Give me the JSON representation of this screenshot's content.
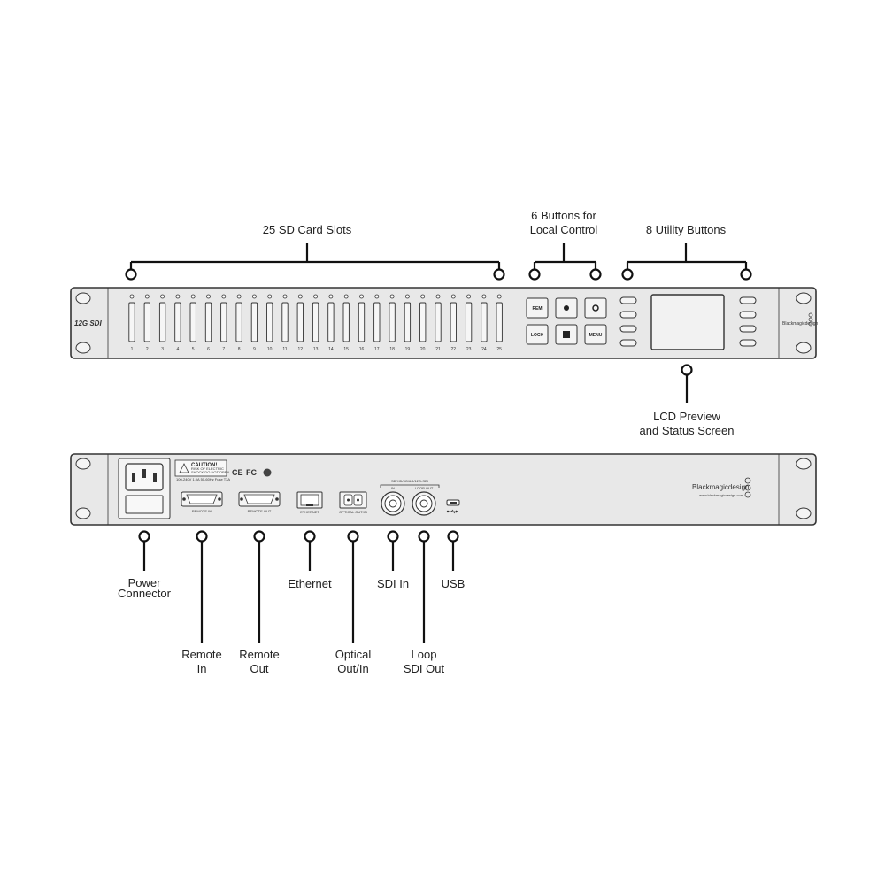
{
  "front": {
    "model_logo": "12G SDI",
    "brand": "Blackmagicdesign",
    "slot_numbers": [
      "1",
      "2",
      "3",
      "4",
      "5",
      "6",
      "7",
      "8",
      "9",
      "10",
      "11",
      "12",
      "13",
      "14",
      "15",
      "16",
      "17",
      "18",
      "19",
      "20",
      "21",
      "22",
      "23",
      "24",
      "25"
    ],
    "buttons": [
      "REM",
      "LOCK",
      "MENU"
    ]
  },
  "rear": {
    "brand": "Blackmagicdesign",
    "website": "www.blackmagicdesign.com",
    "caution_title": "CAUTION!",
    "caution_lines": [
      "RISK OF ELECTRIC",
      "SHOCK DO NOT OPEN"
    ],
    "power_rating": "100-240V 1.0A 50-60Hz Fuse T3A",
    "cert_marks": [
      "CE",
      "FC"
    ],
    "port_labels": {
      "remote_in": "REMOTE IN",
      "remote_out": "REMOTE OUT",
      "ethernet": "ETHERNET",
      "optical": "OPTICAL OUT/IN",
      "sdi_group": "SD/HD/3G/6G/12G-SDI",
      "sdi_in": "IN",
      "sdi_loop": "LOOP OUT"
    }
  },
  "callouts": {
    "sd_slots": "25 SD Card Slots",
    "local_buttons": [
      "6 Buttons for",
      "Local Control"
    ],
    "utility_buttons": "8 Utility Buttons",
    "lcd": [
      "LCD Preview",
      "and Status Screen"
    ],
    "power": [
      "Power",
      "Connector"
    ],
    "remote_in": [
      "Remote",
      "In"
    ],
    "remote_out": [
      "Remote",
      "Out"
    ],
    "ethernet": "Ethernet",
    "optical": [
      "Optical",
      "Out/In"
    ],
    "sdi_in": "SDI In",
    "loop_sdi": [
      "Loop",
      "SDI Out"
    ],
    "usb": "USB"
  }
}
